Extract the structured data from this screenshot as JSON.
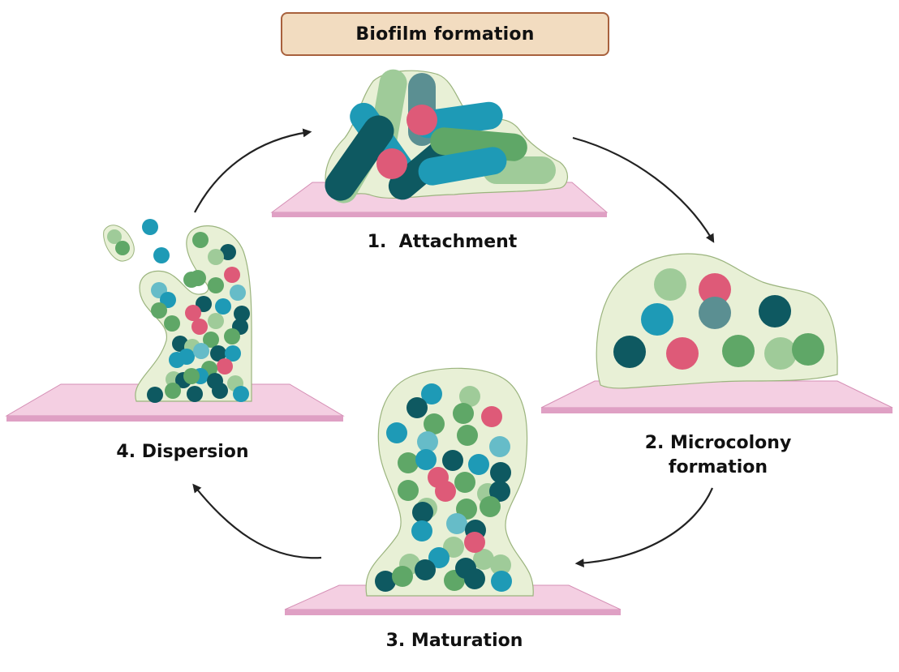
{
  "title": "Biofilm formation",
  "colors": {
    "title_fill": "#f2dcc0",
    "title_border": "#a8613d",
    "matrix_fill": "#e8f0d6",
    "matrix_stroke": "#9bb47e",
    "substrate_top": "#f4cfe2",
    "substrate_edge": "#d58fb5",
    "arrow": "#222222",
    "cell_dark_teal": "#0e5961",
    "cell_blue": "#1e9ab6",
    "cell_light_blue": "#66bcc8",
    "cell_green": "#5fa767",
    "cell_light_green": "#9fcb99",
    "cell_gray_teal": "#5b8f92",
    "cell_pink": "#de5a78"
  },
  "stages": [
    {
      "id": "attachment",
      "label": "1.  Attachment",
      "cell_shape": "rods"
    },
    {
      "id": "microcolony",
      "label": "2. Microcolony\nformation",
      "cell_shape": "cocci"
    },
    {
      "id": "maturation",
      "label": "3. Maturation",
      "cell_shape": "cocci"
    },
    {
      "id": "dispersion",
      "label": "4. Dispersion",
      "cell_shape": "cocci"
    }
  ],
  "cycle_arrows": [
    {
      "from": "dispersion",
      "to": "attachment"
    },
    {
      "from": "attachment",
      "to": "microcolony"
    },
    {
      "from": "microcolony",
      "to": "maturation"
    },
    {
      "from": "maturation",
      "to": "dispersion"
    }
  ]
}
